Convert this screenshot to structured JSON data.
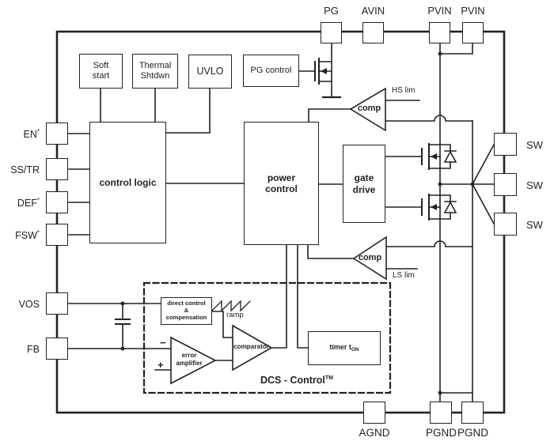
{
  "figure": {
    "ink": "#222222",
    "background": "#ffffff"
  },
  "pins": {
    "top": [
      {
        "label": "PG"
      },
      {
        "label": "AVIN"
      },
      {
        "label": "PVIN"
      },
      {
        "label": "PVIN"
      }
    ],
    "left": [
      {
        "label": "EN",
        "sup": "*"
      },
      {
        "label": "SS/TR",
        "sup": ""
      },
      {
        "label": "DEF",
        "sup": "*"
      },
      {
        "label": "FSW",
        "sup": "*"
      },
      {
        "label": "VOS",
        "sup": ""
      },
      {
        "label": "FB",
        "sup": ""
      }
    ],
    "right": [
      {
        "label": "SW"
      },
      {
        "label": "SW"
      },
      {
        "label": "SW"
      }
    ],
    "bottom": [
      {
        "label": "AGND"
      },
      {
        "label": "PGND"
      },
      {
        "label": "PGND"
      }
    ]
  },
  "blocks": {
    "soft_start": "Soft\nstart",
    "thermal_shutdown": "Thermal\nShtdwn",
    "uvlo": "UVLO",
    "pg_control": "PG control",
    "control_logic": "control logic",
    "power_control": "power\ncontrol",
    "gate_drive": "gate\ndrive",
    "direct_control": "direct control\n&\ncompensation",
    "error_amplifier": "error\namplifier",
    "comparator": "comparator",
    "timer_prefix": "timer t",
    "timer_sub": "ON",
    "hs_comp": "comp",
    "ls_comp": "comp"
  },
  "annotations": {
    "hs_limit": "HS lim",
    "ls_limit": "LS lim",
    "ramp": "ramp",
    "dcs_prefix": "DCS - Control",
    "dcs_sup": "TM",
    "minus": "−",
    "plus": "+"
  }
}
